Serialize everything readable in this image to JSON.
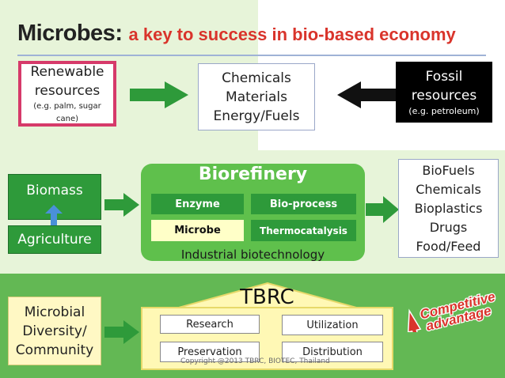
{
  "title": {
    "main": "Microbes",
    "colon": ":",
    "subtitle": "a key to success in bio-based economy"
  },
  "top_row": {
    "renewable": {
      "line1": "Renewable",
      "line2": "resources",
      "note": "(e.g. palm, sugar cane)"
    },
    "products": {
      "line1": "Chemicals",
      "line2": "Materials",
      "line3": "Energy/Fuels"
    },
    "fossil": {
      "line1": "Fossil",
      "line2": "resources",
      "note": "(e.g. petroleum)"
    }
  },
  "middle_row": {
    "biomass": "Biomass",
    "agriculture": "Agriculture",
    "biorefinery": {
      "title": "Biorefinery",
      "enzyme": "Enzyme",
      "bioprocess": "Bio-process",
      "microbe": "Microbe",
      "thermocatalysis": "Thermocatalysis",
      "subtitle": "Industrial biotechnology"
    },
    "outputs": [
      "BioFuels",
      "Chemicals",
      "Bioplastics",
      "Drugs",
      "Food/Feed"
    ]
  },
  "bottom_row": {
    "microbial": {
      "line1": "Microbial",
      "line2": "Diversity/",
      "line3": "Community"
    },
    "tbrc": {
      "title": "TBRC",
      "research": "Research",
      "utilization": "Utilization",
      "preservation": "Preservation",
      "distribution": "Distribution"
    },
    "competitive": {
      "line1": "Competitive",
      "line2": "advantage"
    },
    "copyright": "Copyright @2013 TBRC, BIOTEC, Thailand"
  },
  "colors": {
    "accent_red": "#d9342b",
    "green_dark": "#2e9a3a",
    "green_panel": "#5fc04c",
    "green_bottom": "#63b854",
    "pale_green": "#e7f4d9",
    "tbrc_yellow": "#fff8b5",
    "arrow_blue": "#4a90d9"
  }
}
